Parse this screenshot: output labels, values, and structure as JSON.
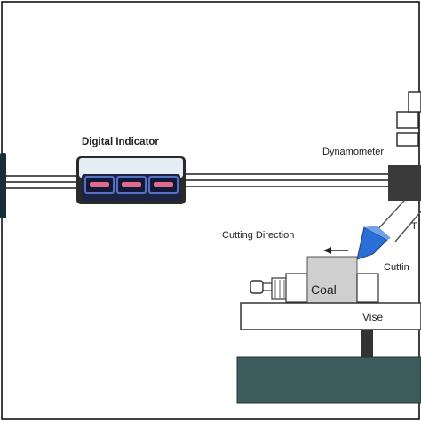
{
  "labels": {
    "digital_indicator": "Digital Indicator",
    "dynamometer": "Dynamometer",
    "cutting_direction": "Cutting Direction",
    "coal": "Coal",
    "vise": "Vise",
    "tool_partial": "T",
    "cutting_partial": "Cuttin"
  },
  "colors": {
    "border": "#000000",
    "indicator_body": "#e6eef5",
    "indicator_screen": "#1c2446",
    "display_glow": "#e36a8c",
    "dynamometer": "#3a3a3a",
    "tool_tip": "#2a6fd6",
    "coal_block": "#cfcfcf",
    "base": "#3d5a5c",
    "line": "#444444"
  },
  "icons": [
    "arrow-left-icon"
  ]
}
